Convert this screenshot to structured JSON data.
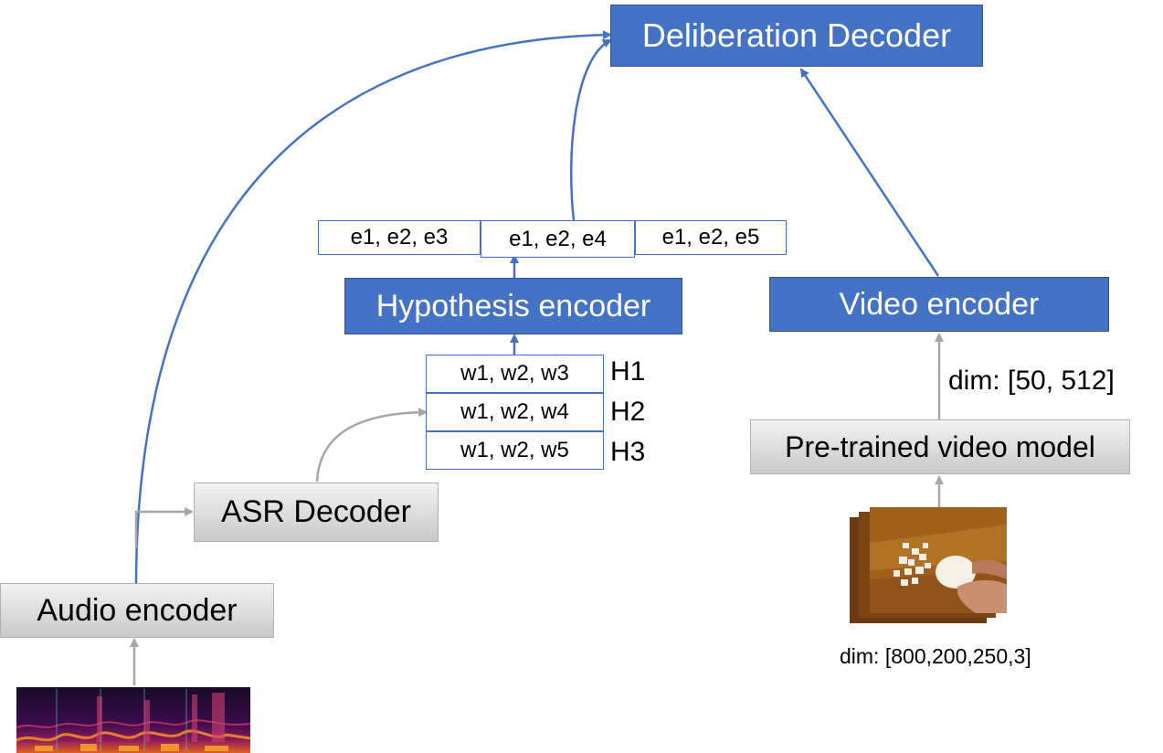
{
  "nodes": {
    "deliberation_decoder": "Deliberation Decoder",
    "hypothesis_encoder": "Hypothesis encoder",
    "video_encoder": "Video encoder",
    "asr_decoder": "ASR Decoder",
    "audio_encoder": "Audio encoder",
    "pretrained_video_model": "Pre-trained video model"
  },
  "embedding_row": [
    "e1, e2, e3",
    "e1, e2, e4",
    "e1, e2, e5"
  ],
  "hypotheses": [
    {
      "tokens": "w1, w2, w3",
      "label": "H1"
    },
    {
      "tokens": "w1, w2, w4",
      "label": "H2"
    },
    {
      "tokens": "w1, w2, w5",
      "label": "H3"
    }
  ],
  "annotations": {
    "video_feature_dim": "dim: [50, 512]",
    "video_input_dim": "dim: [800,200,250,3]"
  },
  "images": {
    "spectrogram": "audio spectrogram",
    "video_frames": "cooking video frames"
  },
  "colors": {
    "blue_box": "#4472C4",
    "blue_arrow": "#4472C4",
    "grey_arrow": "#A6A6A6"
  }
}
